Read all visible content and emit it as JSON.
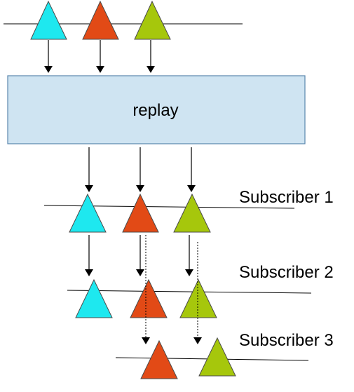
{
  "operator": {
    "label": "replay"
  },
  "subscribers": [
    {
      "label": "Subscriber 1"
    },
    {
      "label": "Subscriber 2"
    },
    {
      "label": "Subscriber 3"
    }
  ],
  "colors": {
    "cyan": "#1ee8ef",
    "orange": "#e24a16",
    "green": "#a6c70c",
    "box_fill": "#cfe4f2",
    "box_stroke": "#5a86ad"
  }
}
